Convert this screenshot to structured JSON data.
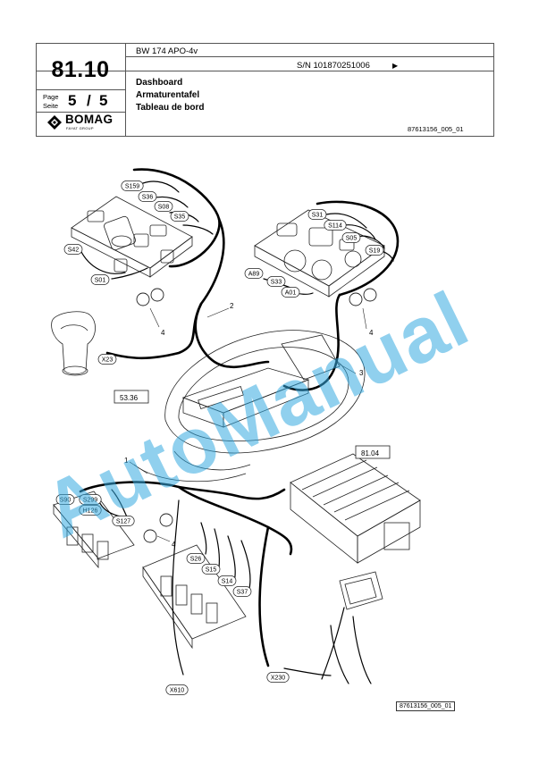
{
  "header": {
    "section_number": "81.10",
    "page_label_de": "Page",
    "page_label_en": "Seite",
    "page_current": "5",
    "page_separator": "/",
    "page_total": "5",
    "model": "BW 174 APO-4v",
    "serial": "S/N 101870251006",
    "serial_arrow": "▶",
    "title_en": "Dashboard",
    "title_de": "Armaturentafel",
    "title_fr": "Tableau de bord",
    "doc_ref": "87613156_005_01",
    "logo_text": "BOMAG",
    "logo_sub": "FAYAT GROUP"
  },
  "diagram": {
    "callouts_left_panel": [
      "S159",
      "S36",
      "S08",
      "S35",
      "S42",
      "S01"
    ],
    "callouts_right_panel": [
      "S31",
      "S114",
      "S05",
      "S19",
      "A89",
      "S33",
      "A01"
    ],
    "callouts_lower": [
      "S90",
      "S299",
      "H126",
      "S127",
      "S26",
      "S15",
      "S14",
      "S37",
      "X610",
      "X230"
    ],
    "joystick_callout": "X23",
    "box_refs": [
      "53.36",
      "81.04"
    ],
    "item_numbers": [
      "1",
      "2",
      "3",
      "4",
      "4",
      "4"
    ],
    "footer_ref": "87613156_005_01"
  },
  "watermark": "AutoManual"
}
